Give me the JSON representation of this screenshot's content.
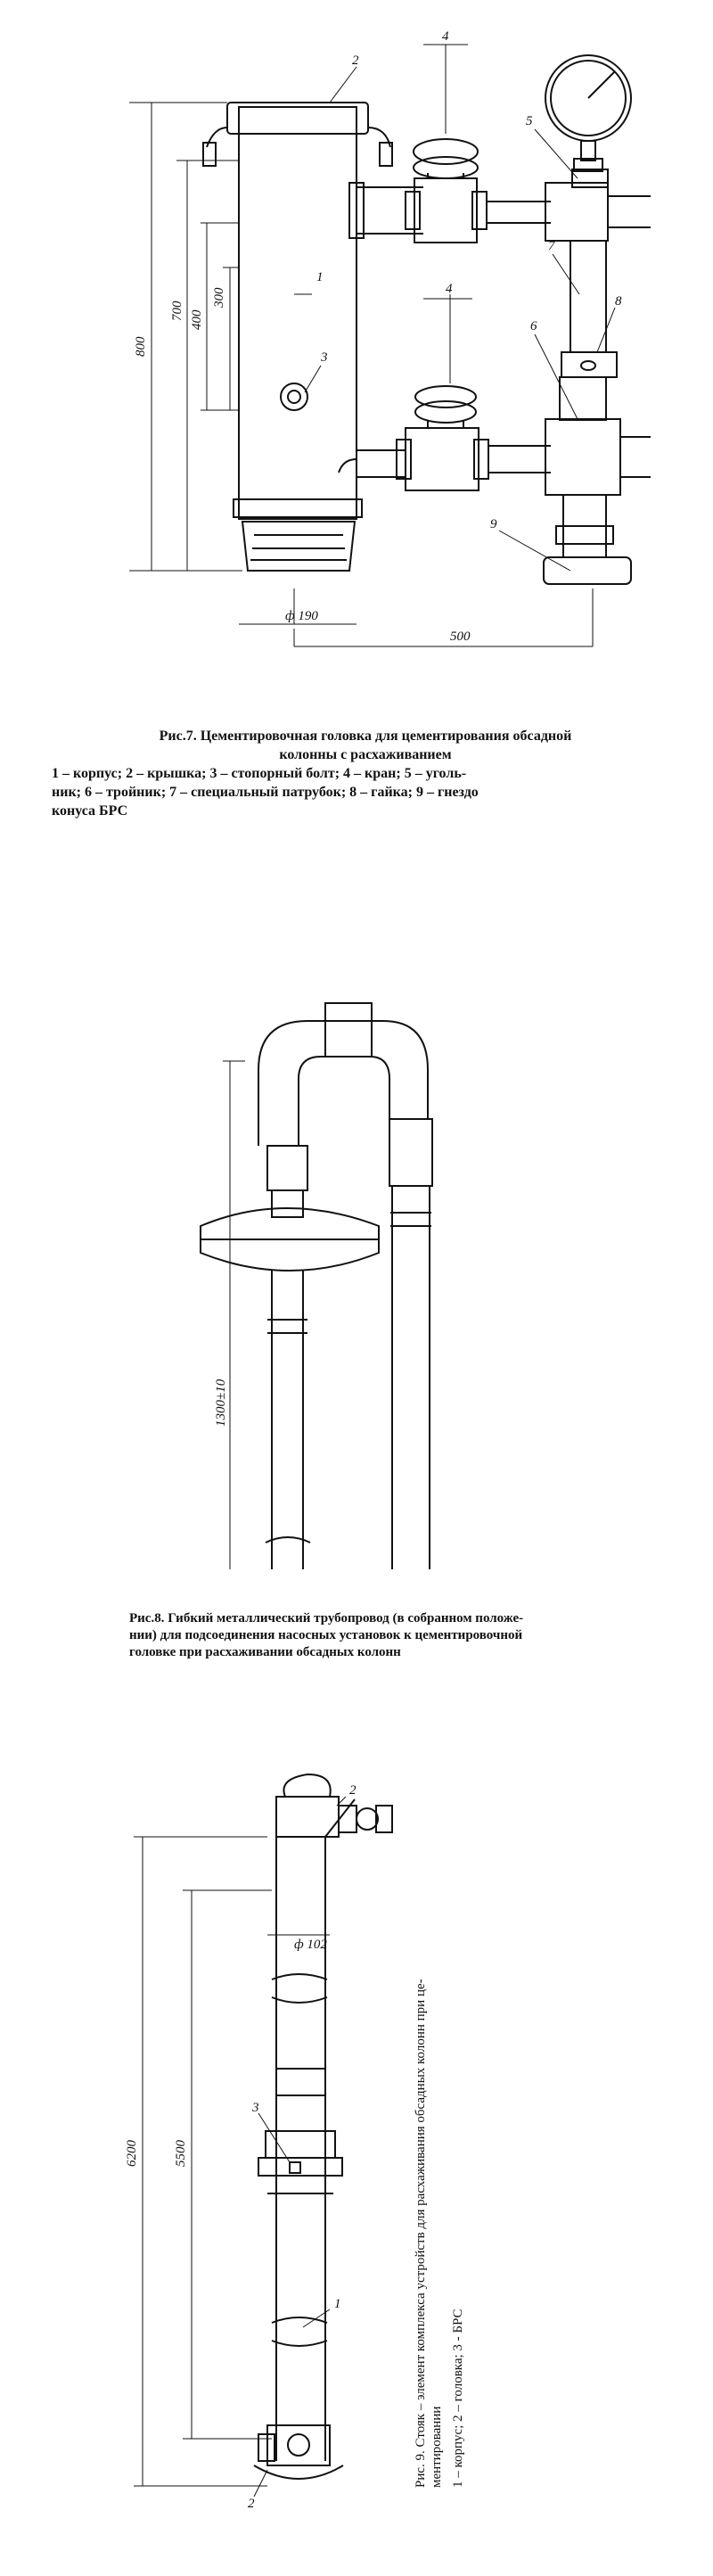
{
  "fig7": {
    "callouts": {
      "n1": "1",
      "n2": "2",
      "n3": "3",
      "n4a": "4",
      "n4b": "4",
      "n5": "5",
      "n6": "6",
      "n7": "7",
      "n8": "8",
      "n9": "9"
    },
    "dims": {
      "d800": "800",
      "d700": "700",
      "d400": "400",
      "d300": "300",
      "diam": "ф 190",
      "d500": "500"
    },
    "title_line1": "Рис.7. Цементировочная головка для цементирования обсадной",
    "title_line2": "колонны с расхаживанием",
    "legend_line1": "1 – корпус; 2 – крышка; 3 – стопорный болт; 4 – кран; 5 – уголь-",
    "legend_line2": "ник; 6 – тройник; 7 – специальный патрубок; 8 – гайка; 9 – гнездо",
    "legend_line3": "конуса БРС"
  },
  "fig8": {
    "dim": "1300±10",
    "caption_line1": "Рис.8. Гибкий металлический трубопровод (в собранном положе-",
    "caption_line2": "нии) для подсоединения насосных установок к цементировочной",
    "caption_line3": "головке при расхаживании обсадных колонн"
  },
  "fig9": {
    "callouts": {
      "n2top": "2",
      "n3": "3",
      "n1": "1",
      "n2bot": "2"
    },
    "dims": {
      "d6200": "6200",
      "d5500": "5500",
      "diam": "ф 102"
    },
    "caption_line1": "Рис. 9. Стояк – элемент комплекса устройств для расхаживания обсадных колонн при це-",
    "caption_line2": "ментировании",
    "caption_line3": "1 – корпус; 2 – головка; 3 - БРС"
  }
}
